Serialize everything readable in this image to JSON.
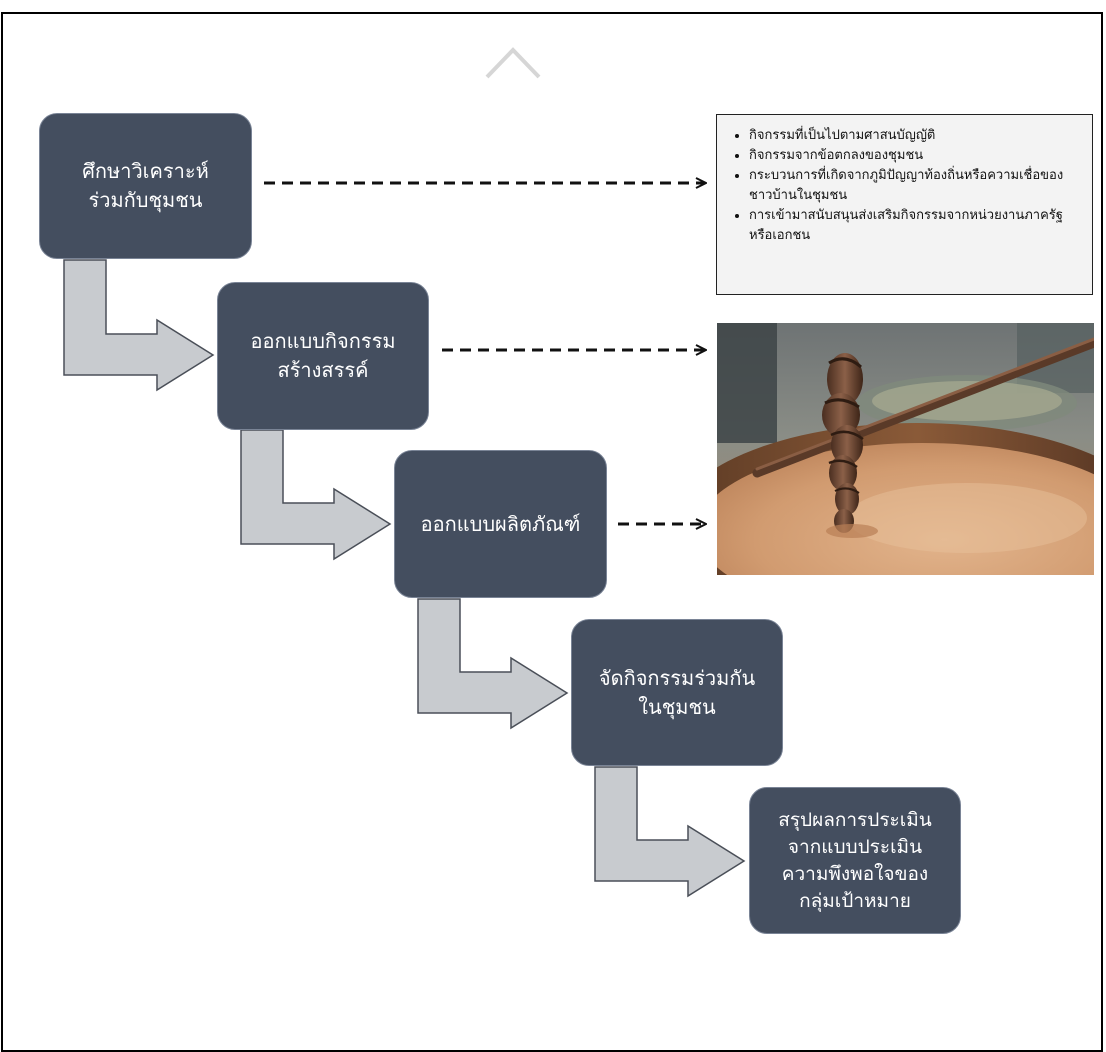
{
  "steps": [
    {
      "label": "ศึกษาวิเคราะห์\nร่วมกับชุมชน"
    },
    {
      "label": "ออกแบบกิจกรรม\nสร้างสรรค์"
    },
    {
      "label": "ออกแบบผลิตภัณฑ์"
    },
    {
      "label": "จัดกิจกรรมร่วมกัน\nในชุมชน"
    },
    {
      "label": "สรุปผลการประเมิน\nจากแบบประเมิน\nความพึงพอใจของ\nกลุ่มเป้าหมาย"
    }
  ],
  "notes": {
    "items": [
      "กิจกรรมที่เป็นไปตามศาสนบัญญัติ",
      "กิจกรรมจากข้อตกลงของชุมชน",
      "กระบวนการที่เกิดจากภูมิปัญญาท้องถิ่นหรือความเชื่อของชาวบ้านในชุมชน",
      "การเข้ามาสนับสนุนส่งเสริมกิจกรรมจากหน่วยงานภาครัฐหรือเอกชน"
    ]
  },
  "colors": {
    "step_fill": "#444e5f",
    "connector_fill": "#c8cbcf",
    "connector_stroke": "#4a4f58"
  },
  "icons": {
    "top_marker": "chevron-up-icon"
  }
}
